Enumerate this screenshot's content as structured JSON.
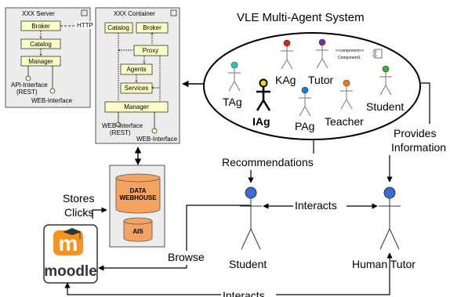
{
  "server": {
    "title": "XXX Server",
    "broker": "Broker",
    "catalog": "Catalog",
    "manager": "Manager",
    "api_line1": "API-Interface",
    "api_line2": "(REST)",
    "web": "WEB-Interface"
  },
  "http_label": "HTTP",
  "container": {
    "title": "XXX Container",
    "catalog": "Catalog",
    "broker": "Broker",
    "proxy": "Proxy",
    "agents": "Agents",
    "services": "Services",
    "manager": "Manager",
    "web_line1": "WEB-Interface",
    "web_line2": "(REST)",
    "web": "WEB-Interface"
  },
  "vle": {
    "title": "VLE Multi-Agent System",
    "agents": [
      "TAg",
      "IAg",
      "KAg",
      "Tutor",
      "PAg",
      "Teacher",
      "Student"
    ],
    "component_stereotype": "<<component>>",
    "component_name": "Component1"
  },
  "database": {
    "line1": "DATA",
    "line2": "WEBHOUSE",
    "ais": "AIS"
  },
  "labels": {
    "provides_line1": "Provides",
    "provides_line2": "Information",
    "recommendations": "Recommendations",
    "stores_line1": "Stores",
    "stores_line2": "Clicks",
    "interacts_mid": "Interacts",
    "interacts_bottom": "Interacts",
    "browse": "Browse",
    "student": "Student",
    "human_tutor": "Human Tutor",
    "moodle": "moodle",
    "moodle_m": "m"
  },
  "colors": {
    "box_fill": "#ffffc8",
    "panel_fill": "#ececec",
    "db_fill": "#f4a460",
    "actor_head": "#3a6bd4",
    "moodle_orange": "#f7931e",
    "tag_head": "#2ec4c4",
    "kag_head": "#e02020",
    "tutor_head": "#7a2ca0",
    "pag_head": "#1e7ad6",
    "teacher_head": "#f07820",
    "student_head": "#3cb043",
    "iag_head": "#f0e000"
  }
}
